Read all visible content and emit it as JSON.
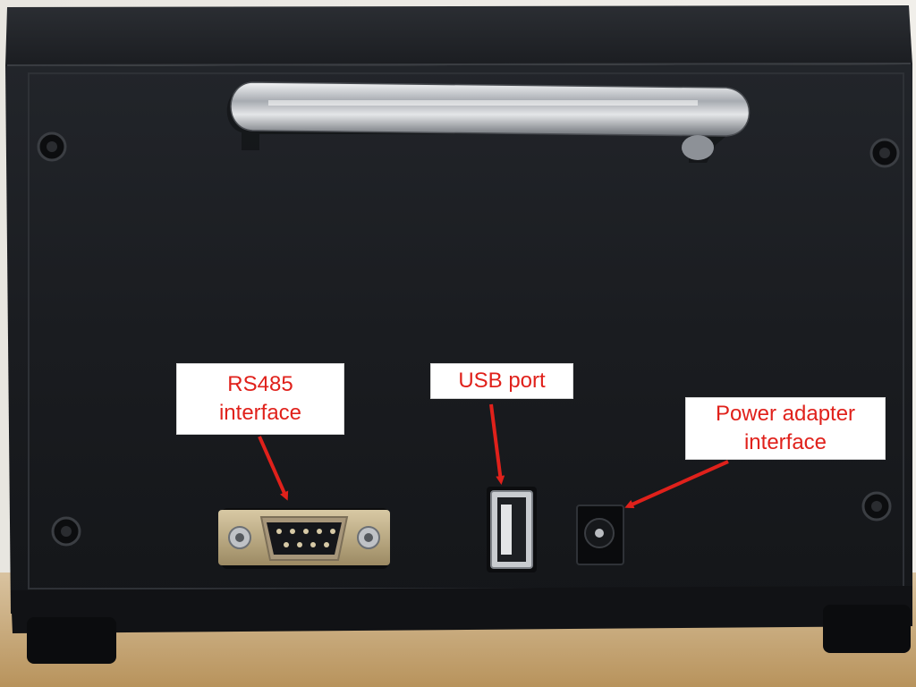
{
  "photo": {
    "subject": "rear panel of black device enclosure with chrome handle",
    "colors": {
      "enclosure": "#16181c",
      "floor": "#c8a978",
      "handle": "#c9ccd0",
      "label_text": "#e0211b",
      "arrow": "#e0211b"
    }
  },
  "callouts": {
    "rs485": {
      "line1": "RS485",
      "line2": "interface"
    },
    "usb": {
      "line1": "USB port"
    },
    "power": {
      "line1": "Power adapter",
      "line2": "interface"
    }
  },
  "ports": {
    "rs485_icon": "db9-serial-connector-icon",
    "usb_icon": "usb-a-port-icon",
    "power_icon": "dc-barrel-jack-icon"
  }
}
